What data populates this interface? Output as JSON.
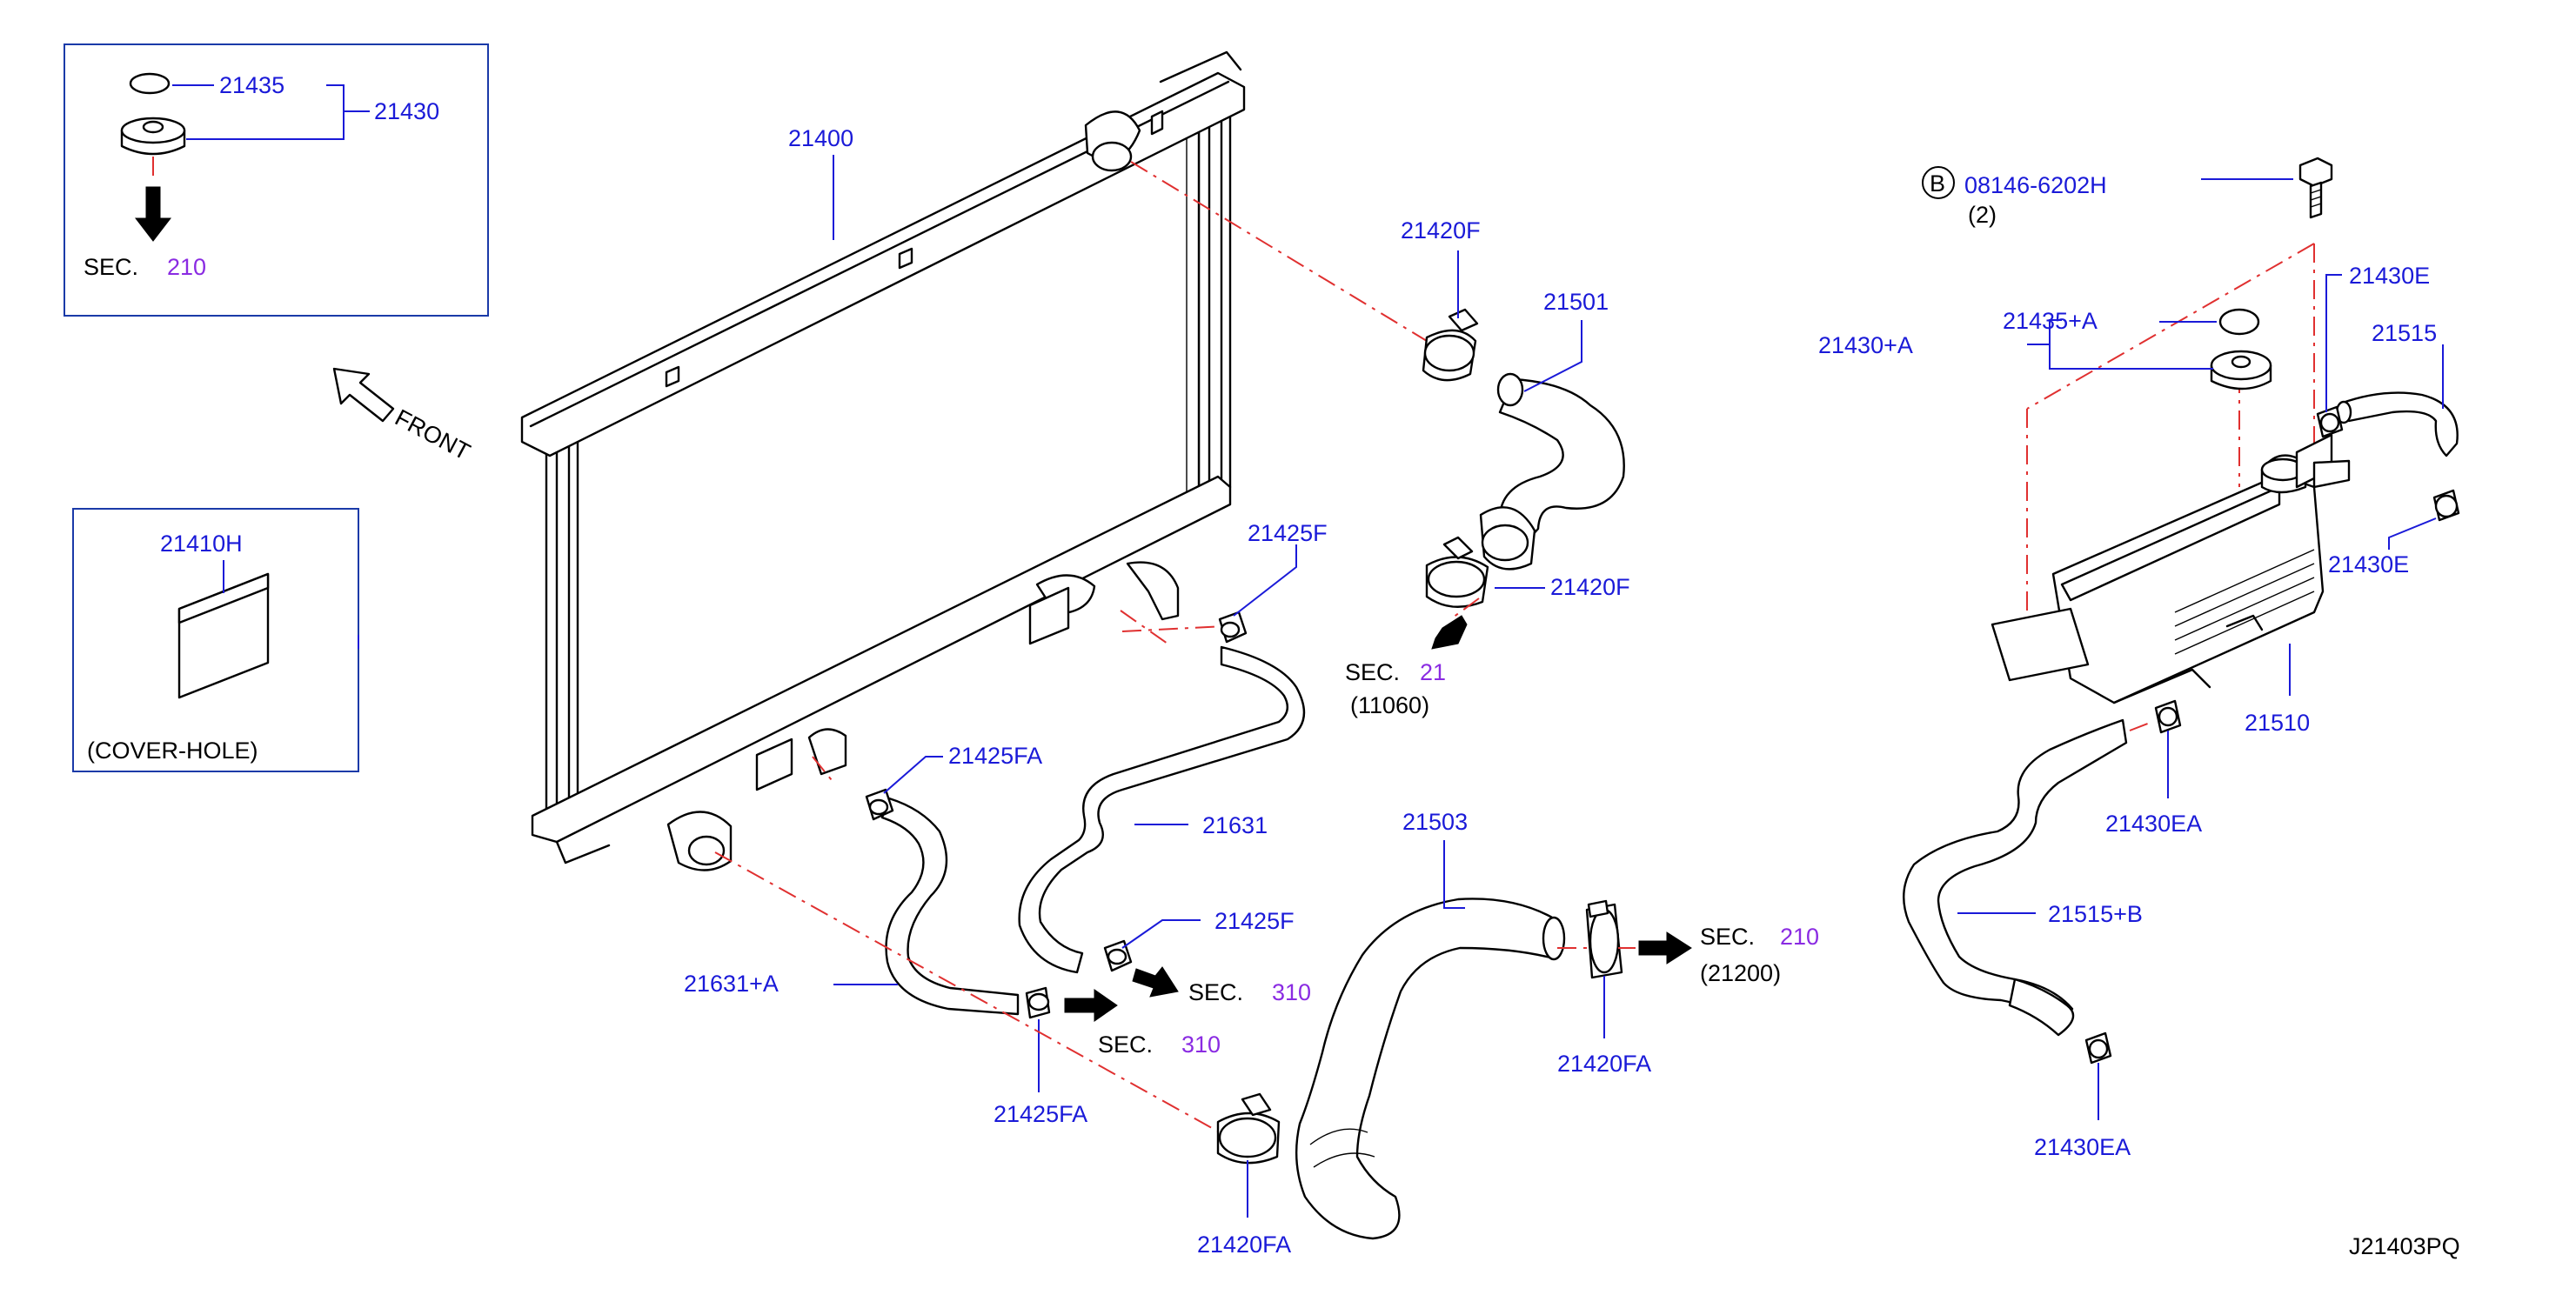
{
  "diagram": {
    "code": "J21403PQ",
    "front_label": "FRONT",
    "parts": {
      "p21435": "21435",
      "p21430": "21430",
      "p21400": "21400",
      "p21420F_top": "21420F",
      "p21501": "21501",
      "p21420F_mid": "21420F",
      "p21425F_top": "21425F",
      "p21410H": "21410H",
      "p21425FA_top": "21425FA",
      "p21631": "21631",
      "p21425F_bot": "21425F",
      "p21631A": "21631+A",
      "p21425FA_bot": "21425FA",
      "p21503": "21503",
      "p21420FA_right": "21420FA",
      "p21420FA_bot": "21420FA",
      "p08146": "08146-6202H",
      "p08146_qty": "(2)",
      "p21430E_top": "21430E",
      "p21515": "21515",
      "p21435A": "21435+A",
      "p21430A": "21430+A",
      "p21430E_bot": "21430E",
      "p21510": "21510",
      "p21430EA_top": "21430EA",
      "p21515B": "21515+B",
      "p21430EA_bot": "21430EA"
    },
    "bolt_badge": "B",
    "cover_hole": "(COVER-HOLE)",
    "sections": {
      "sec_word": "SEC.",
      "s210_box": "210",
      "s11060_partial": "21",
      "s11060_ref": "(11060)",
      "s310_a": "310",
      "s310_b": "310",
      "s210_right": "210",
      "s21200_ref": "(21200)"
    }
  }
}
